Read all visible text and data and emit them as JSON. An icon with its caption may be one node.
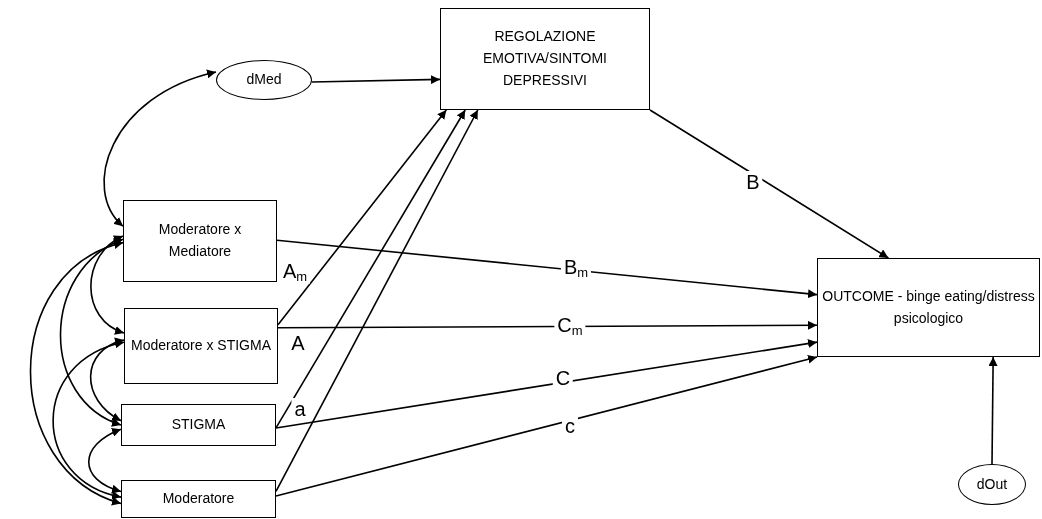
{
  "diagram": {
    "nodes": [
      {
        "text": [
          "dMed"
        ]
      },
      {
        "text": [
          "REGOLAZIONE EMOTIVA/SINTOMI DEPRESSIVI"
        ]
      },
      {
        "text": [
          "Moderatore x Mediatore"
        ]
      },
      {
        "text": [
          "Moderatore x STIGMA"
        ]
      },
      {
        "text": [
          "STIGMA"
        ]
      },
      {
        "text": [
          "Moderatore"
        ]
      },
      {
        "text": [
          "OUTCOME -  binge eating/distress psicologico"
        ]
      },
      {
        "text": [
          "dOut"
        ]
      }
    ],
    "edges": [
      {
        "from": 0,
        "to": 1,
        "arrow": "to"
      },
      {
        "from": 1,
        "to": 6,
        "arrow": "to",
        "label": "B"
      },
      {
        "from": 2,
        "to": 6,
        "arrow": "to",
        "label": "B$_{m}$"
      },
      {
        "from": 3,
        "to": 6,
        "arrow": "to",
        "label": "C$_{m}$"
      },
      {
        "from": 4,
        "to": 6,
        "arrow": "to",
        "label": "C"
      },
      {
        "from": 5,
        "to": 6,
        "arrow": "to",
        "label": "c"
      },
      {
        "from": 3,
        "to": 1,
        "arrow": "to",
        "label": "A$_{m}$"
      },
      {
        "from": 4,
        "to": 1,
        "arrow": "to",
        "label": "A"
      },
      {
        "from": 5,
        "to": 1,
        "arrow": "to",
        "label": "a"
      },
      {
        "from": 7,
        "to": 6,
        "arrow": "to"
      },
      {
        "from": 0,
        "to": 2,
        "arrow": "both"
      },
      {
        "from": 2,
        "to": 3,
        "arrow": "both"
      },
      {
        "from": 2,
        "to": 4,
        "arrow": "both"
      },
      {
        "from": 2,
        "to": 5,
        "arrow": "both"
      },
      {
        "from": 3,
        "to": 4,
        "arrow": "both"
      },
      {
        "from": 3,
        "to": 5,
        "arrow": "both"
      },
      {
        "from": 4,
        "to": 5,
        "arrow": "both"
      }
    ]
  }
}
